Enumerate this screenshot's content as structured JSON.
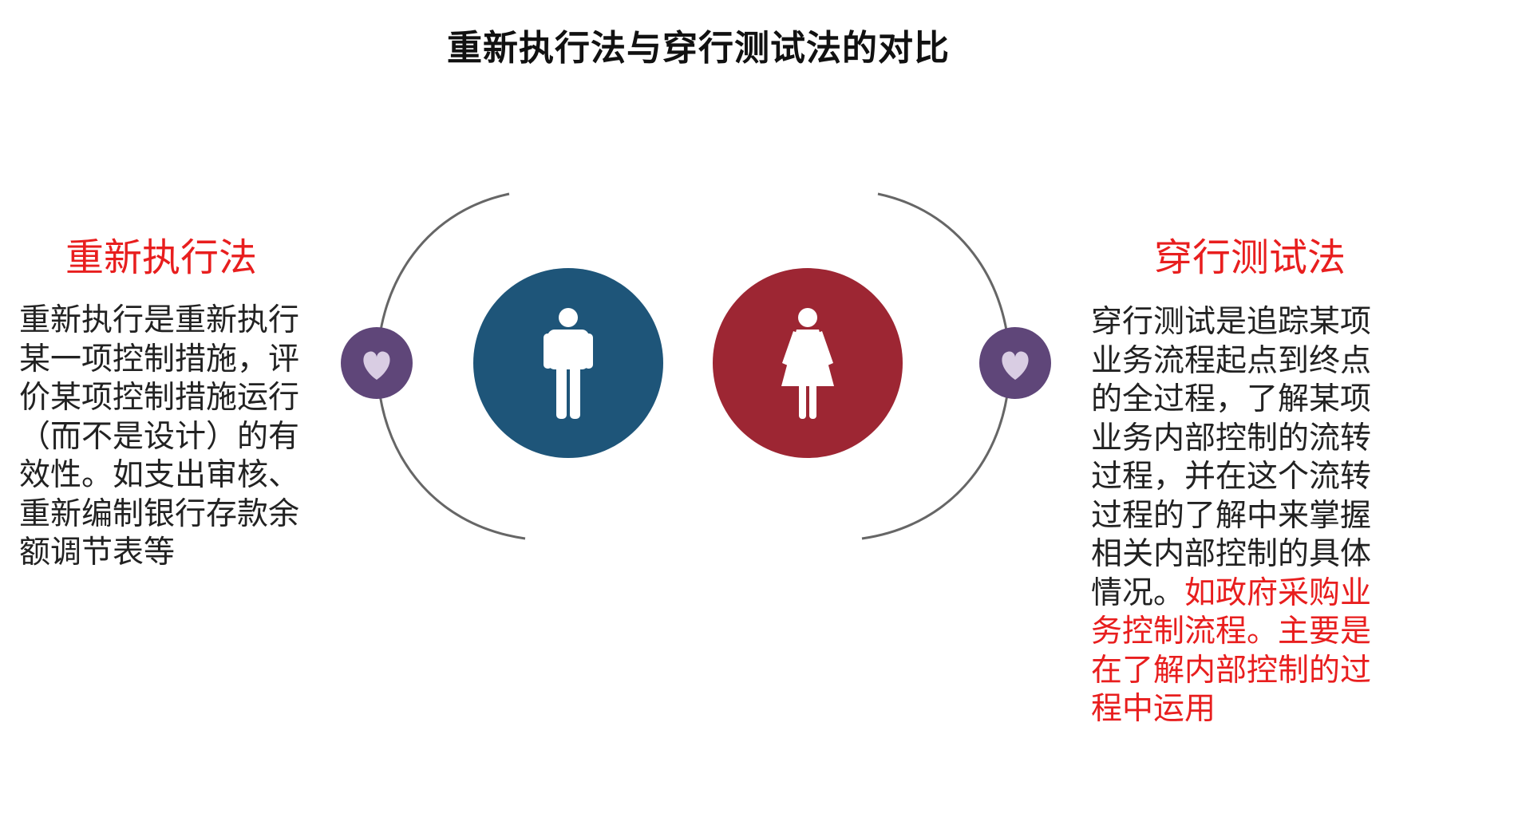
{
  "title": "重新执行法与穿行测试法的对比",
  "left": {
    "heading": "重新执行法",
    "text": "重新执行是重新执行\n某一项控制措施，评\n价某项控制措施运行\n（而不是设计）的有\n效性。如支出审核、\n重新编制银行存款余\n额调节表等"
  },
  "right": {
    "heading": "穿行测试法",
    "text": "穿行测试是追踪某项\n业务流程起点到终点\n的全过程，了解某项\n业务内部控制的流转\n过程，并在这个流转\n过程的了解中来掌握\n相关内部控制的具体\n情况。",
    "highlight": "如政府采购业\n务控制流程。主要是\n在了解内部控制的过\n程中运用"
  },
  "icons": {
    "left_badge": "heart-icon",
    "right_badge": "heart-icon",
    "left_figure": "male-figure-icon",
    "right_figure": "female-figure-icon"
  },
  "colors": {
    "heading_red": "#e81e1e",
    "male_circle": "#1e5579",
    "female_circle": "#9d2633",
    "badge_purple": "#5f4679",
    "heart_fill": "#d9cde3",
    "arc_gray": "#666666"
  }
}
